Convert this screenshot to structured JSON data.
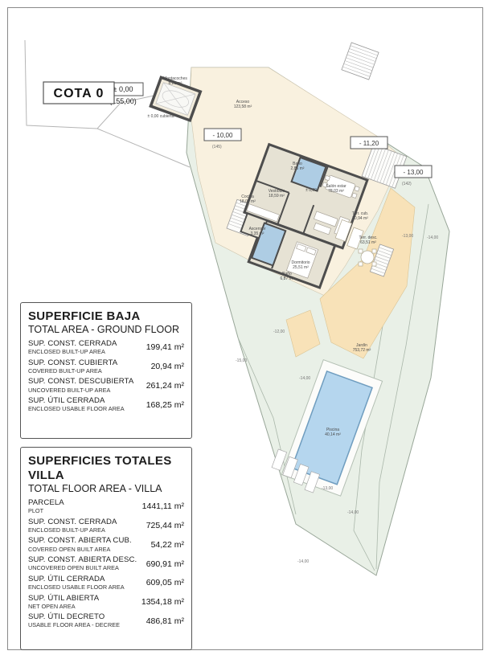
{
  "cota_box": "COTA 0",
  "markers": {
    "datum_rel": "± 0,00",
    "datum_abs": "(155,00)",
    "m10_rel": "- 10,00",
    "m10_abs": "(145)",
    "m1120_rel": "- 11,20",
    "m13_rel": "- 13,00",
    "m13_abs": "(142)"
  },
  "rooms": {
    "montacoches": {
      "n": "Montacoches",
      "a": "8,21 m²"
    },
    "cubierta": {
      "n": "± 0,00 cubierta",
      "a": ""
    },
    "acceso": {
      "n": "Acceso",
      "a": "123,58 m²"
    },
    "bano1": {
      "n": "Baño",
      "a": "2,85 m²"
    },
    "vestibulo": {
      "n": "Vestíbulo",
      "a": "18,59 m²"
    },
    "level0": {
      "n": "± 0,00",
      "a": ""
    },
    "salon": {
      "n": "Salón estar",
      "a": "78,03 m²"
    },
    "cocina": {
      "n": "Cocina",
      "a": "18,05 m²"
    },
    "ascensor": {
      "n": "Ascensor",
      "a": "3,35 m²"
    },
    "terr_cub": {
      "n": "Terr. cub.",
      "a": "20,94 m²"
    },
    "terr_desc": {
      "n": "Terr. desc.",
      "a": "63,51 m²"
    },
    "dormitorio": {
      "n": "Dormitorio",
      "a": "25,51 m²"
    },
    "bano2": {
      "n": "Baño",
      "a": "6,87 m²"
    },
    "jardin": {
      "n": "Jardín",
      "a": "753,72 m²"
    },
    "piscina": {
      "n": "Piscina",
      "a": "40,14 m²"
    }
  },
  "spots": [
    {
      "t": "-12,00"
    },
    {
      "t": "-15,00"
    },
    {
      "t": "-14,00"
    },
    {
      "t": "-13,00"
    },
    {
      "t": "-14,00"
    },
    {
      "t": "-13,00"
    },
    {
      "t": "-14,00"
    },
    {
      "t": "-14,00"
    }
  ],
  "tables": {
    "t1": {
      "title": "SUPERFICIE BAJA",
      "subtitle": "TOTAL AREA - GROUND FLOOR",
      "rows": [
        {
          "es": "SUP. CONST. CERRADA",
          "en": "ENCLOSED BUILT-UP AREA",
          "v": "199,41 m²"
        },
        {
          "es": "SUP. CONST. CUBIERTA",
          "en": "COVERED BUILT-UP AREA",
          "v": "20,94 m²"
        },
        {
          "es": "SUP. CONST. DESCUBIERTA",
          "en": "UNCOVERED BUILT-UP AREA",
          "v": "261,24 m²"
        },
        {
          "es": "SUP. ÚTIL CERRADA",
          "en": "ENCLOSED USABLE FLOOR AREA",
          "v": "168,25 m²"
        }
      ]
    },
    "t2": {
      "title": "SUPERFICIES TOTALES VILLA",
      "subtitle": "TOTAL FLOOR AREA - VILLA",
      "rows": [
        {
          "es": "PARCELA",
          "en": "PLOT",
          "v": "1441,11 m²"
        },
        {
          "es": "SUP. CONST. CERRADA",
          "en": "ENCLOSED BUILT-UP AREA",
          "v": "725,44 m²"
        },
        {
          "es": "SUP. CONST. ABIERTA CUB.",
          "en": "COVERED OPEN BUILT AREA",
          "v": "54,22 m²"
        },
        {
          "es": "SUP. CONST. ABIERTA DESC.",
          "en": "UNCOVERED OPEN BUILT AREA",
          "v": "690,91 m²"
        },
        {
          "es": "SUP. ÚTIL CERRADA",
          "en": "ENCLOSED USABLE FLOOR AREA",
          "v": "609,05 m²"
        },
        {
          "es": "SUP. ÚTIL ABIERTA",
          "en": "NET OPEN AREA",
          "v": "1354,18 m²"
        },
        {
          "es": "SUP. ÚTIL DECRETO",
          "en": "USABLE FLOOR AREA - DECREE",
          "v": "486,81 m²"
        }
      ]
    }
  },
  "colors": {
    "garden_green": "#e9f0e7",
    "access_beige": "#f9f1df",
    "terrace_orange": "#f8e2b8",
    "house_floor": "#e6e2d4",
    "wall_dark": "#4d4d4d",
    "wet_room_blue": "#aecde4",
    "pool_blue": "#b5d6ee"
  }
}
